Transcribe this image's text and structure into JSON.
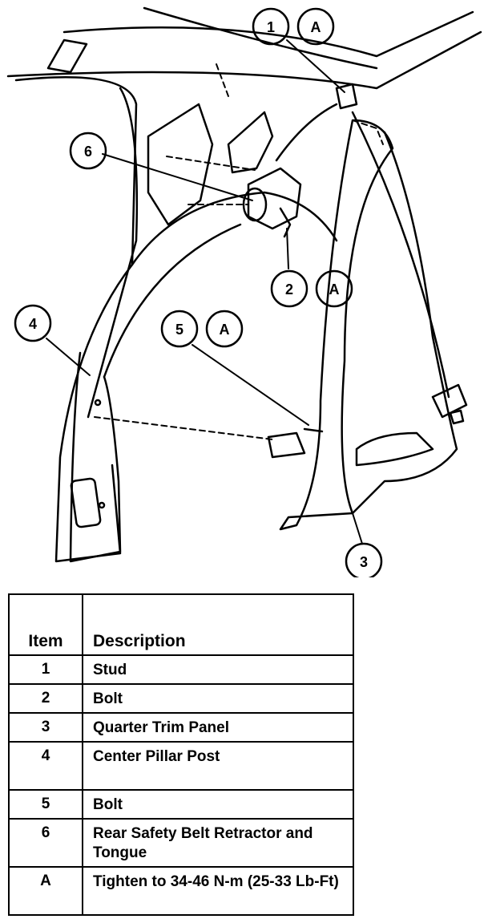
{
  "callouts": {
    "c1": {
      "number": "1",
      "letter": "A"
    },
    "c2": {
      "number": "2",
      "letter": "A"
    },
    "c3": {
      "number": "3"
    },
    "c4": {
      "number": "4"
    },
    "c5": {
      "number": "5",
      "letter": "A"
    },
    "c6": {
      "number": "6"
    }
  },
  "legend": {
    "headers": {
      "item": "Item",
      "description": "Description"
    },
    "rows": [
      {
        "item": "1",
        "description": "Stud"
      },
      {
        "item": "2",
        "description": "Bolt"
      },
      {
        "item": "3",
        "description": "Quarter Trim Panel"
      },
      {
        "item": "4",
        "description": "Center Pillar Post"
      },
      {
        "item": "5",
        "description": "Bolt"
      },
      {
        "item": "6",
        "description": "Rear Safety Belt Retractor and Tongue"
      },
      {
        "item": "A",
        "description": "Tighten to 34-46 N-m (25-33 Lb-Ft)"
      }
    ]
  }
}
